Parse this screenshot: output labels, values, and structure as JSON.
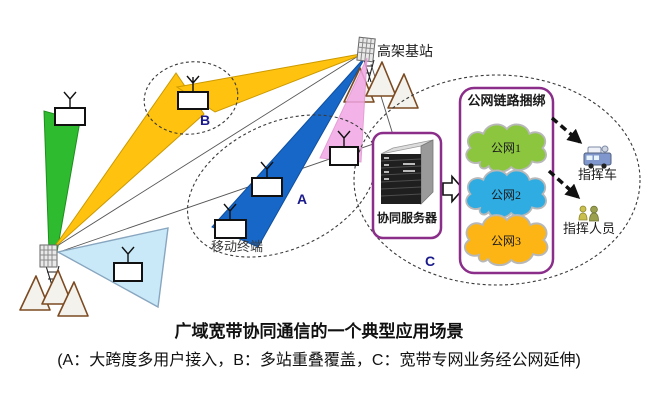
{
  "colors": {
    "beam_green": "#2fbb2f",
    "beam_yellow": "#ffc20e",
    "beam_blue": "#1767c8",
    "beam_pink": "#f2a6e4",
    "beam_lightblue": "#c9e9f8",
    "cloud_green": "#8cc63e",
    "cloud_blue": "#2fade3",
    "cloud_yellow": "#fdb515",
    "box_border": "#8a2e8a",
    "region_label": "#1a1a8c"
  },
  "stations": {
    "elevated_label": "高架基站"
  },
  "terminals": {
    "mobile_label": "移动终端"
  },
  "server": {
    "label": "协同服务器"
  },
  "bundle": {
    "title": "公网链路捆绑",
    "clouds": [
      {
        "label": "公网1"
      },
      {
        "label": "公网2"
      },
      {
        "label": "公网3"
      }
    ]
  },
  "endpoints": {
    "vehicle_label": "指挥车",
    "staff_label": "指挥人员"
  },
  "regions": {
    "a_label": "A",
    "b_label": "B",
    "c_label": "C"
  },
  "caption": {
    "title": "广域宽带协同通信的一个典型应用场景",
    "subtitle": "(A：大跨度多用户接入，B：多站重叠覆盖，C：宽带专网业务经公网延伸)"
  }
}
